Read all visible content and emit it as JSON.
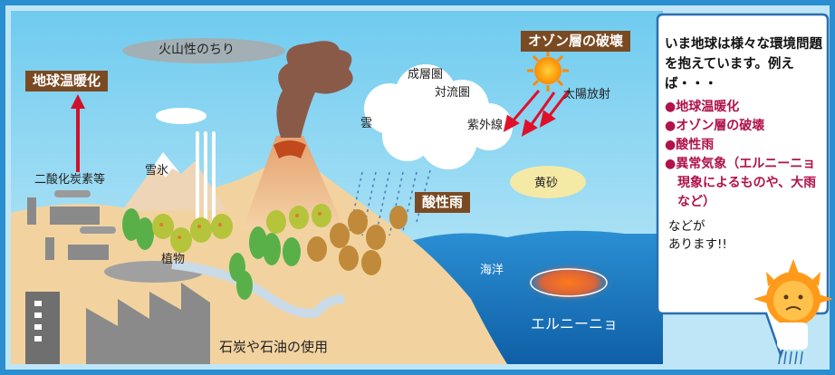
{
  "labels": {
    "volcanic_dust": "火山性のちり",
    "global_warming": "地球温暖化",
    "ozone_depletion": "オゾン層の破壊",
    "stratosphere": "成層圏",
    "troposphere": "対流圏",
    "solar_radiation": "太陽放射",
    "cloud": "雲",
    "uv": "紫外線",
    "co2": "二酸化炭素等",
    "snow_ice": "雪氷",
    "acid_rain": "酸性雨",
    "yellow_sand": "黄砂",
    "plants": "植物",
    "ocean": "海洋",
    "el_nino": "エルニーニョ",
    "coal_oil": "石炭や石油の使用"
  },
  "bubble": {
    "intro": "いま地球は様々な環境問題を抱えています。例えば・・・",
    "items": [
      "●地球温暖化",
      "●オゾン層の破壊",
      "●酸性雨",
      "●異常気象（エルニーニョ現象によるものや、大雨など）"
    ],
    "outro": "などが\nあります!!"
  },
  "colors": {
    "border": "#2a8ed0",
    "sky": "#a8def4",
    "ocean": "#1a7fc4",
    "land": "#f2d3a0",
    "tag": "#a0521c",
    "accent_red": "#b0124a"
  }
}
